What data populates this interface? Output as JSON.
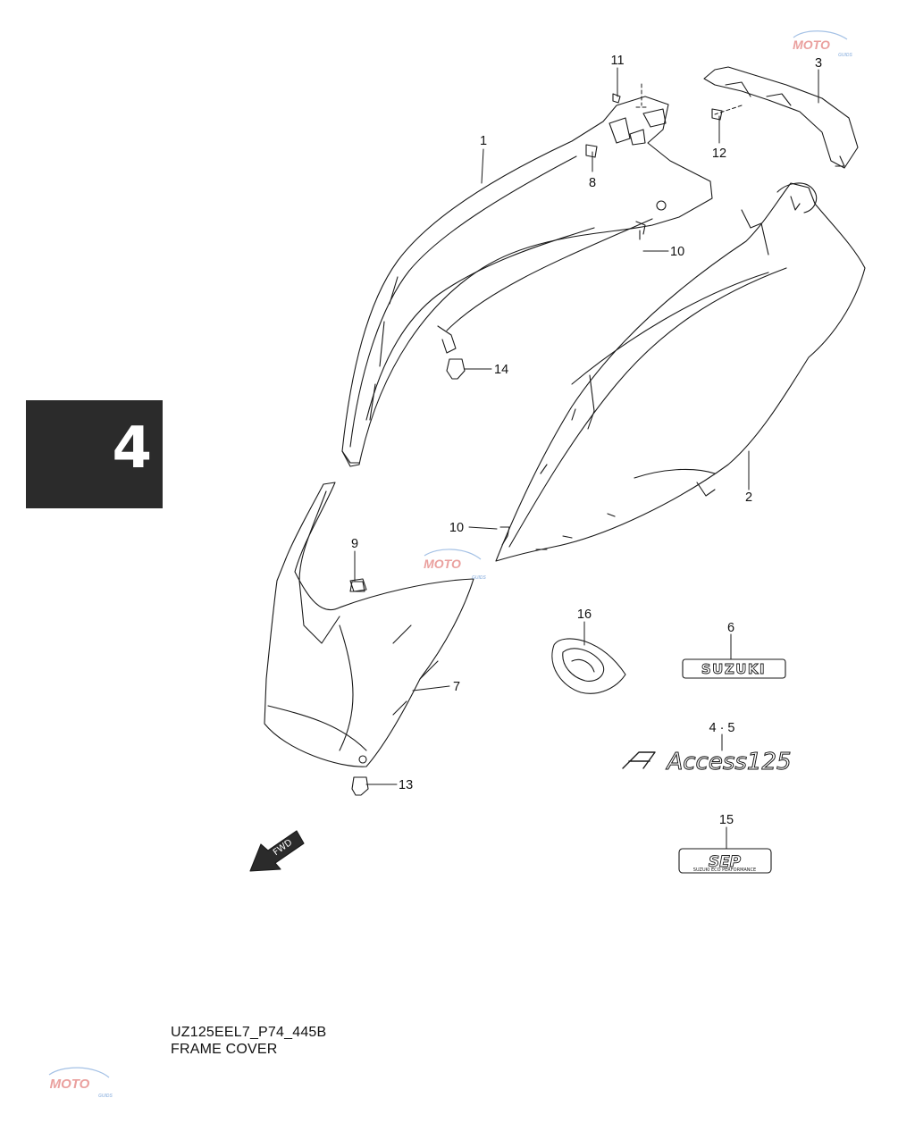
{
  "section_number": "4",
  "caption": {
    "code": "UZ125EEL7_P74_445B",
    "title": "FRAME COVER"
  },
  "watermark": {
    "text": "MOTO",
    "subtext": "GUIDS"
  },
  "callouts": [
    "1",
    "2",
    "3",
    "4 · 5",
    "6",
    "7",
    "8",
    "9",
    "10",
    "10",
    "11",
    "12",
    "13",
    "14",
    "15",
    "16"
  ],
  "decals": {
    "brand": "SUZUKI",
    "model": "Access125",
    "sep": "SEP",
    "sep_sub": "SUZUKI ECO PERFORMANCE"
  },
  "direction_arrow": "FWD",
  "colors": {
    "line": "#1a1a1a",
    "tab": "#2b2b2b",
    "watermark_red": "#d9534f",
    "watermark_blue": "#5b8fd1"
  }
}
